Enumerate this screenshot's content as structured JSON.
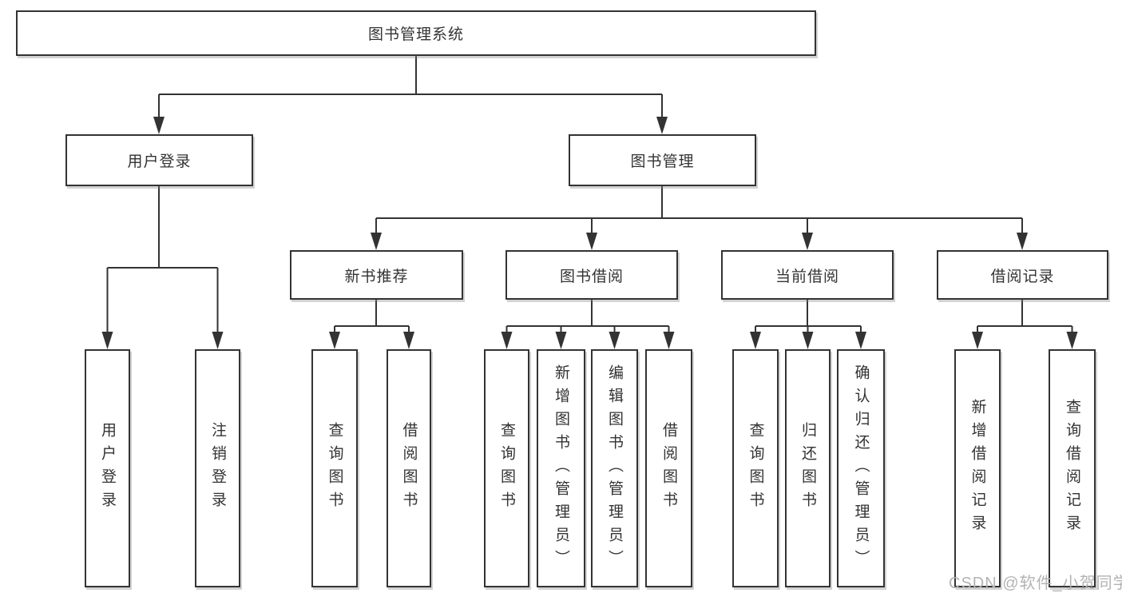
{
  "diagram": {
    "title": "图书管理系统",
    "branches": [
      {
        "label": "用户登录"
      },
      {
        "label": "图书管理"
      }
    ],
    "modules": [
      {
        "label": "新书推荐"
      },
      {
        "label": "图书借阅"
      },
      {
        "label": "当前借阅"
      },
      {
        "label": "借阅记录"
      }
    ],
    "leaves": [
      {
        "label": "用户登录"
      },
      {
        "label": "注销登录"
      },
      {
        "label": "查询图书"
      },
      {
        "label": "借阅图书"
      },
      {
        "label": "查询图书"
      },
      {
        "label": "新增图书（管理员）"
      },
      {
        "label": "编辑图书（管理员）"
      },
      {
        "label": "借阅图书"
      },
      {
        "label": "查询图书"
      },
      {
        "label": "归还图书"
      },
      {
        "label": "确认归还（管理员）"
      },
      {
        "label": "新增借阅记录"
      },
      {
        "label": "查询借阅记录"
      }
    ]
  },
  "watermark": "CSDN @软件_小贺同学",
  "colors": {
    "line": "#333333",
    "text": "#333333",
    "watermark": "#b3b3b3",
    "background": "#ffffff"
  }
}
